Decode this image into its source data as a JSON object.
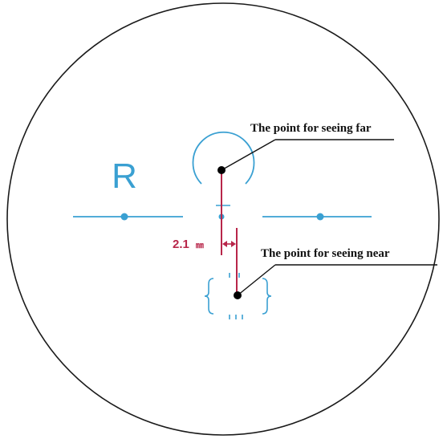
{
  "lens": {
    "side_label": "R"
  },
  "measurement": {
    "value": "2.1",
    "unit": "㎜"
  },
  "callouts": {
    "far_point": "The point for seeing far",
    "near_point": "The point for seeing near"
  },
  "colors": {
    "outline": "#1a1a1a",
    "marking_blue": "#3aa0d2",
    "measure_red": "#b8264a",
    "point_black": "#000000"
  }
}
